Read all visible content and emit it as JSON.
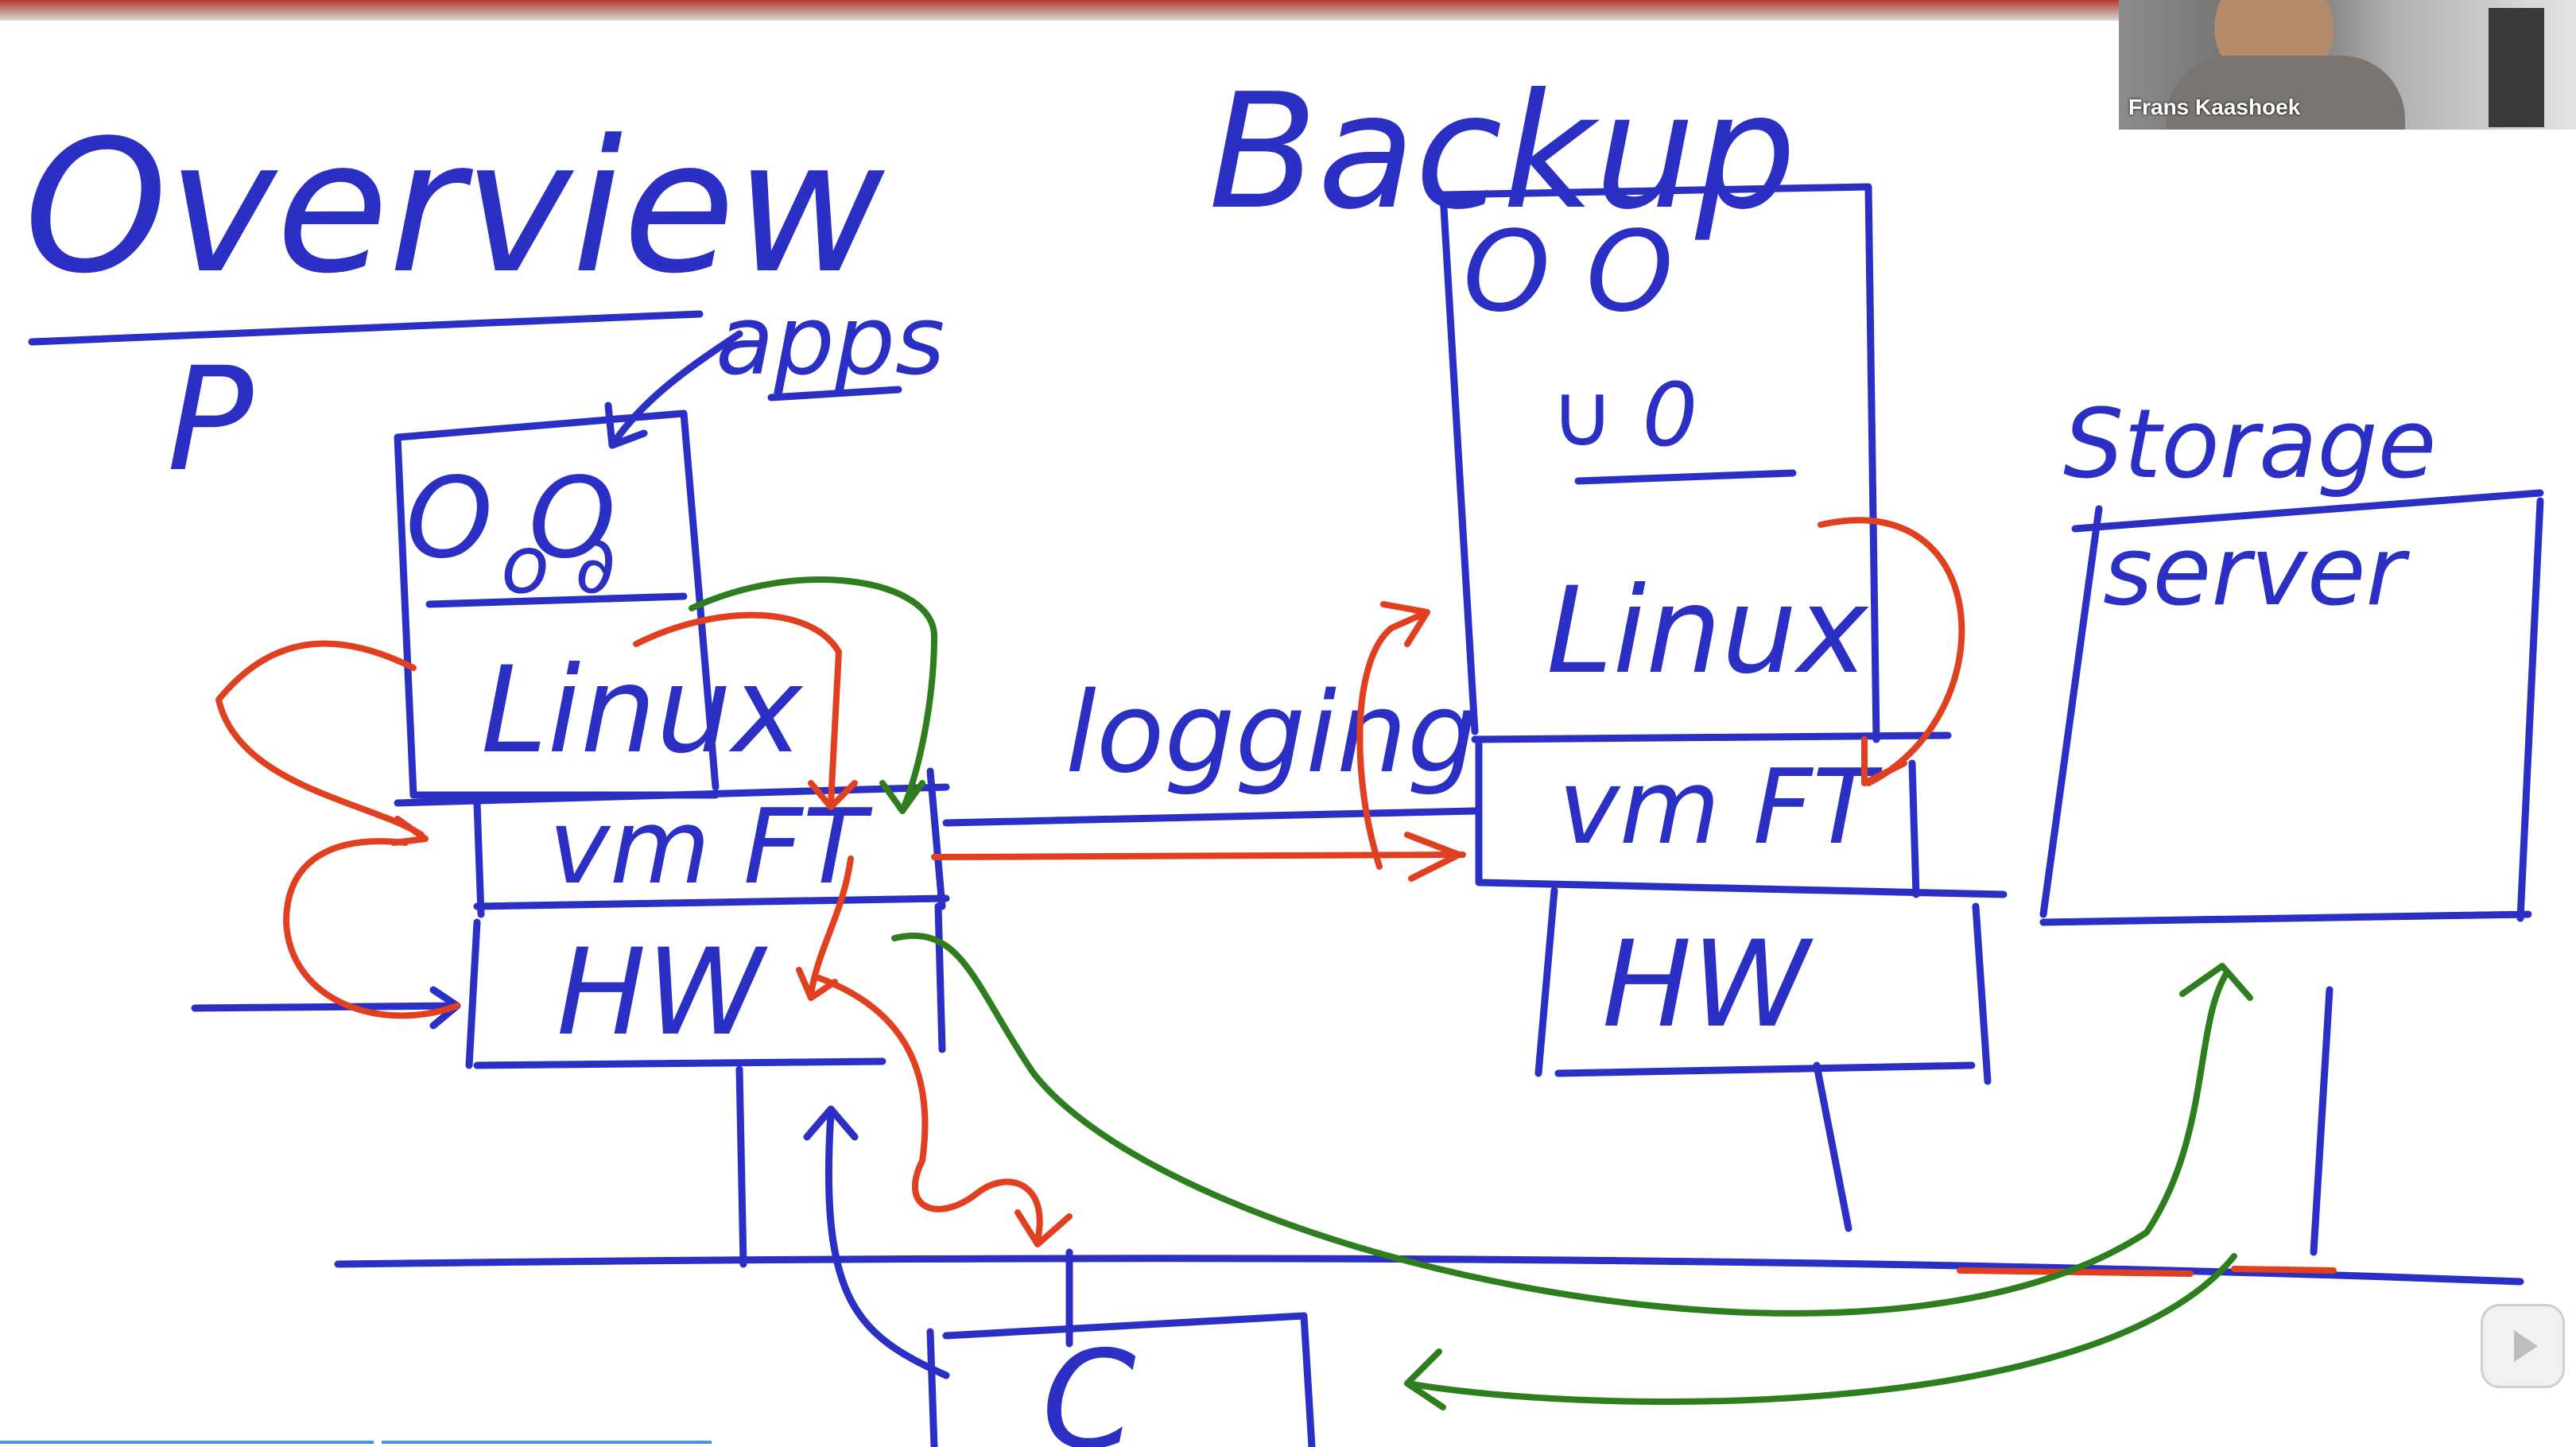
{
  "whiteboard": {
    "title": "Overview",
    "primary_label": "P",
    "apps_label": "apps",
    "primary": {
      "linux_label": "Linux",
      "vmft_label": "vm FT",
      "hw_label": "HW"
    },
    "backup_title": "Backup",
    "backup": {
      "linux_label": "Linux",
      "vmft_label": "vm FT",
      "hw_label": "HW"
    },
    "logging_label": "logging",
    "storage_label_line1": "Storage",
    "storage_label_line2": "server",
    "client_label": "C"
  },
  "video_tile": {
    "participant_name": "Frans Kaashoek"
  },
  "colors": {
    "ink_blue": "#2b2fc4",
    "ink_red": "#e0401f",
    "ink_green": "#2e7d1e"
  },
  "icons": {
    "play": "play-icon"
  }
}
